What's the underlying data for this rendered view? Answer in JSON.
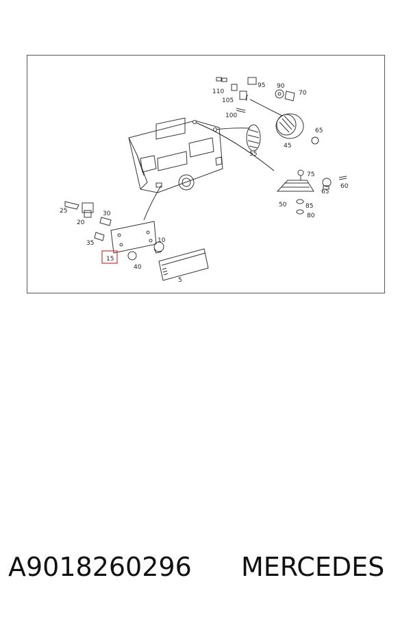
{
  "diagram": {
    "labels": {
      "l110": "110",
      "l95": "95",
      "l90": "90",
      "l70": "70",
      "l105": "105",
      "l100": "100",
      "l65a": "65",
      "l45": "45",
      "l55": "55",
      "l75": "75",
      "l60": "60",
      "l65b": "65",
      "l50": "50",
      "l85": "85",
      "l80": "80",
      "l25": "25",
      "l30": "30",
      "l20": "20",
      "l35": "35",
      "l10": "10",
      "l15": "15",
      "l40": "40",
      "l5": "5"
    },
    "highlighted_callout": "15",
    "highlight_color": "#e03030"
  },
  "footer": {
    "part_number": "A9018260296",
    "brand": "MERCEDES"
  }
}
